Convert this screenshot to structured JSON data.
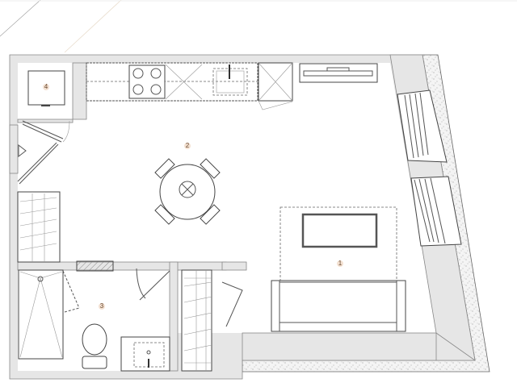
{
  "floor_plan": {
    "rooms": [
      {
        "number": "1",
        "area": "living-room"
      },
      {
        "number": "2",
        "area": "kitchen-dining"
      },
      {
        "number": "3",
        "area": "bathroom"
      },
      {
        "number": "4",
        "area": "utility-closet"
      }
    ]
  },
  "colors": {
    "wall": "#e6e6e6",
    "line": "#555555",
    "label": "#6a4a30"
  }
}
